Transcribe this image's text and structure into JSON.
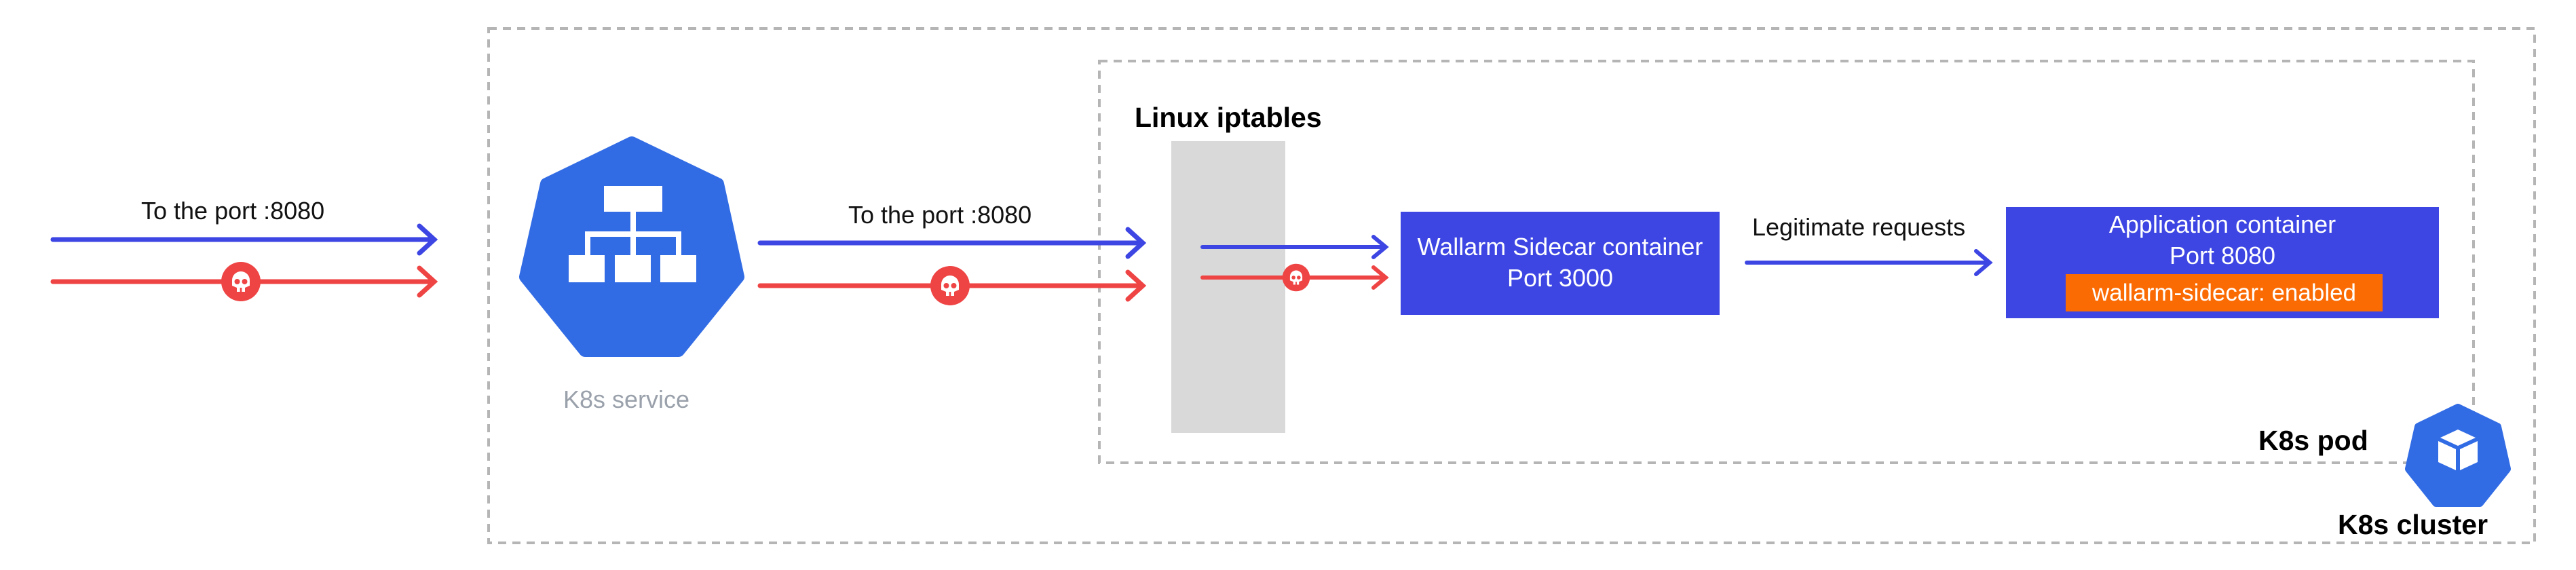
{
  "labels": {
    "port_left": "To the port :8080",
    "port_mid": "To the port :8080",
    "service": "K8s service",
    "iptables": "Linux iptables",
    "legitimate": "Legitimate requests",
    "pod": "K8s pod",
    "cluster": "K8s cluster"
  },
  "sidecar": {
    "line1": "Wallarm Sidecar container",
    "line2": "Port 3000"
  },
  "app": {
    "line1": "Application container",
    "line2": "Port 8080",
    "badge": "wallarm-sidecar: enabled"
  },
  "icons": {
    "service": "k8s-service-icon",
    "pod": "k8s-pod-icon",
    "malicious": "skull-icon"
  },
  "colors": {
    "legit": "#3d46e3",
    "malicious": "#ef4444",
    "k8s_blue": "#326ce5",
    "badge": "#fb6b04",
    "iptables": "#d9d9d9"
  }
}
